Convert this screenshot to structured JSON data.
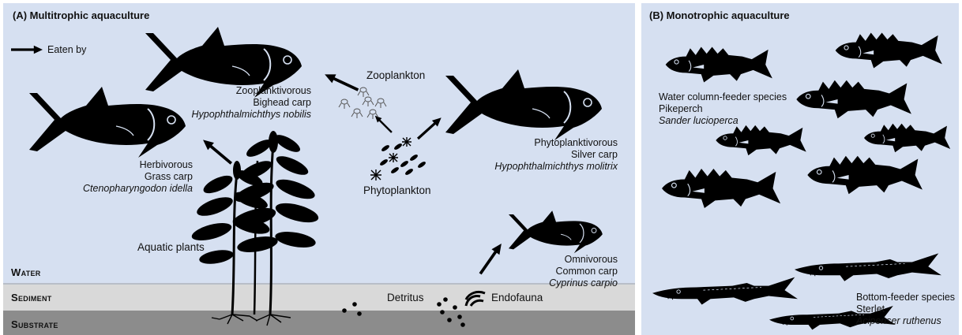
{
  "panel_a": {
    "title": "(A) Multitrophic aquaculture",
    "legend_label": "Eaten by",
    "zones": {
      "water": "Water",
      "sediment": "Sediment",
      "substrate": "Substrate"
    },
    "zooplankton_label": "Zooplankton",
    "phytoplankton_label": "Phytoplankton",
    "aquatic_plants_label": "Aquatic plants",
    "detritus_label": "Detritus",
    "endofauna_label": "Endofauna",
    "bighead": {
      "role": "Zooplanktivorous",
      "common": "Bighead carp",
      "latin": "Hypophthalmichthys nobilis"
    },
    "grass": {
      "role": "Herbivorous",
      "common": "Grass carp",
      "latin": "Ctenopharyngodon idella"
    },
    "silver": {
      "role": "Phytoplanktivorous",
      "common": "Silver carp",
      "latin": "Hypophthalmichthys molitrix"
    },
    "common": {
      "role": "Omnivorous",
      "common": "Common carp",
      "latin": "Cyprinus carpio"
    }
  },
  "panel_b": {
    "title": "(B) Monotrophic aquaculture",
    "pikeperch": {
      "role": "Water column-feeder species",
      "common": "Pikeperch",
      "latin": "Sander lucioperca"
    },
    "sterlet": {
      "role": "Bottom-feeder species",
      "common": "Sterlet",
      "latin": "Acipenser ruthenus"
    }
  },
  "colors": {
    "water": "#d6e0f1",
    "sediment": "#d9d9d9",
    "substrate": "#8c8c8c",
    "silhouette": "#000000"
  }
}
